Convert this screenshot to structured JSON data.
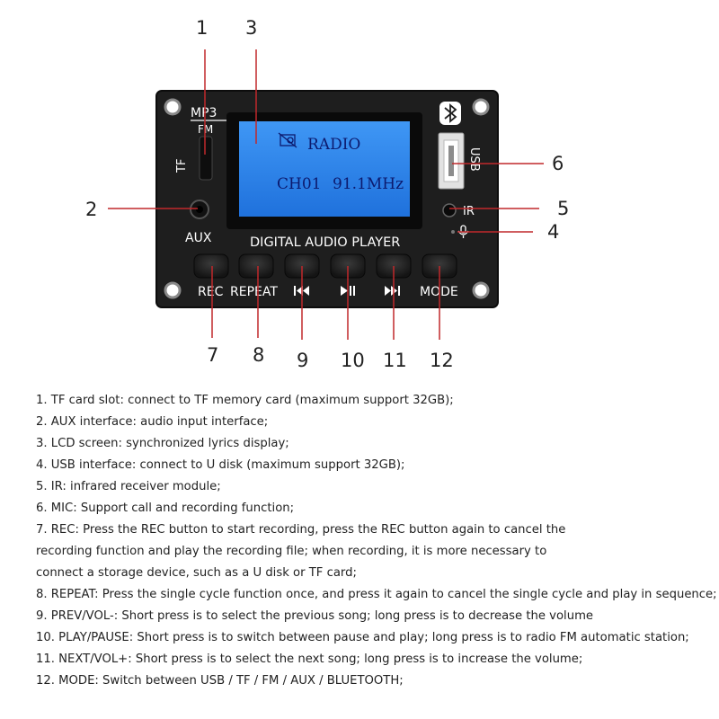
{
  "board": {
    "brand_top": "MP3",
    "brand_bottom": "FM",
    "tf_label": "TF",
    "aux_label": "AUX",
    "title": "DIGITAL AUDIO PLAYER",
    "usb_label": "USB",
    "ir_label": "IR",
    "lcd_line1": "RADIO",
    "lcd_line2_channel": "CH01",
    "lcd_line2_freq": "91.1MHz",
    "buttons": [
      "REC",
      "REPEAT",
      "MODE"
    ]
  },
  "callouts": [
    "1",
    "2",
    "3",
    "4",
    "5",
    "6",
    "7",
    "8",
    "9",
    "10",
    "11",
    "12"
  ],
  "descriptions": [
    [
      "1. TF card slot: connect to TF memory card (maximum support 32GB);"
    ],
    [
      "2. AUX interface: audio input interface;"
    ],
    [
      "3. LCD screen: synchronized lyrics display;"
    ],
    [
      "4. USB interface: connect to U disk (maximum support 32GB);"
    ],
    [
      "5. IR: infrared receiver module;"
    ],
    [
      "6. MIC: Support call and recording function;"
    ],
    [
      "7. REC: Press the REC button to start recording, press the REC button again to cancel the",
      "recording function and play the recording file; when recording, it is more necessary to",
      "connect a storage device, such as a U disk or TF card;"
    ],
    [
      "8. REPEAT: Press the single cycle function once, and press it again to cancel the single cycle and play in sequence;"
    ],
    [
      "9. PREV/VOL-: Short press is to select the previous song; long press is to decrease the volume"
    ],
    [
      "10. PLAY/PAUSE: Short press is to switch between pause and play; long press is to radio FM automatic station;"
    ],
    [
      "11. NEXT/VOL+: Short press is to select the next song; long press is to increase the volume;"
    ],
    [
      "12. MODE: Switch between USB / TF / FM / AUX / BLUETOOTH;"
    ]
  ],
  "colors": {
    "board": "#1e1e1e",
    "lcd": "#2f86ee",
    "lcd_text": "#0c1a6e",
    "leader_line": "#c0282b"
  }
}
